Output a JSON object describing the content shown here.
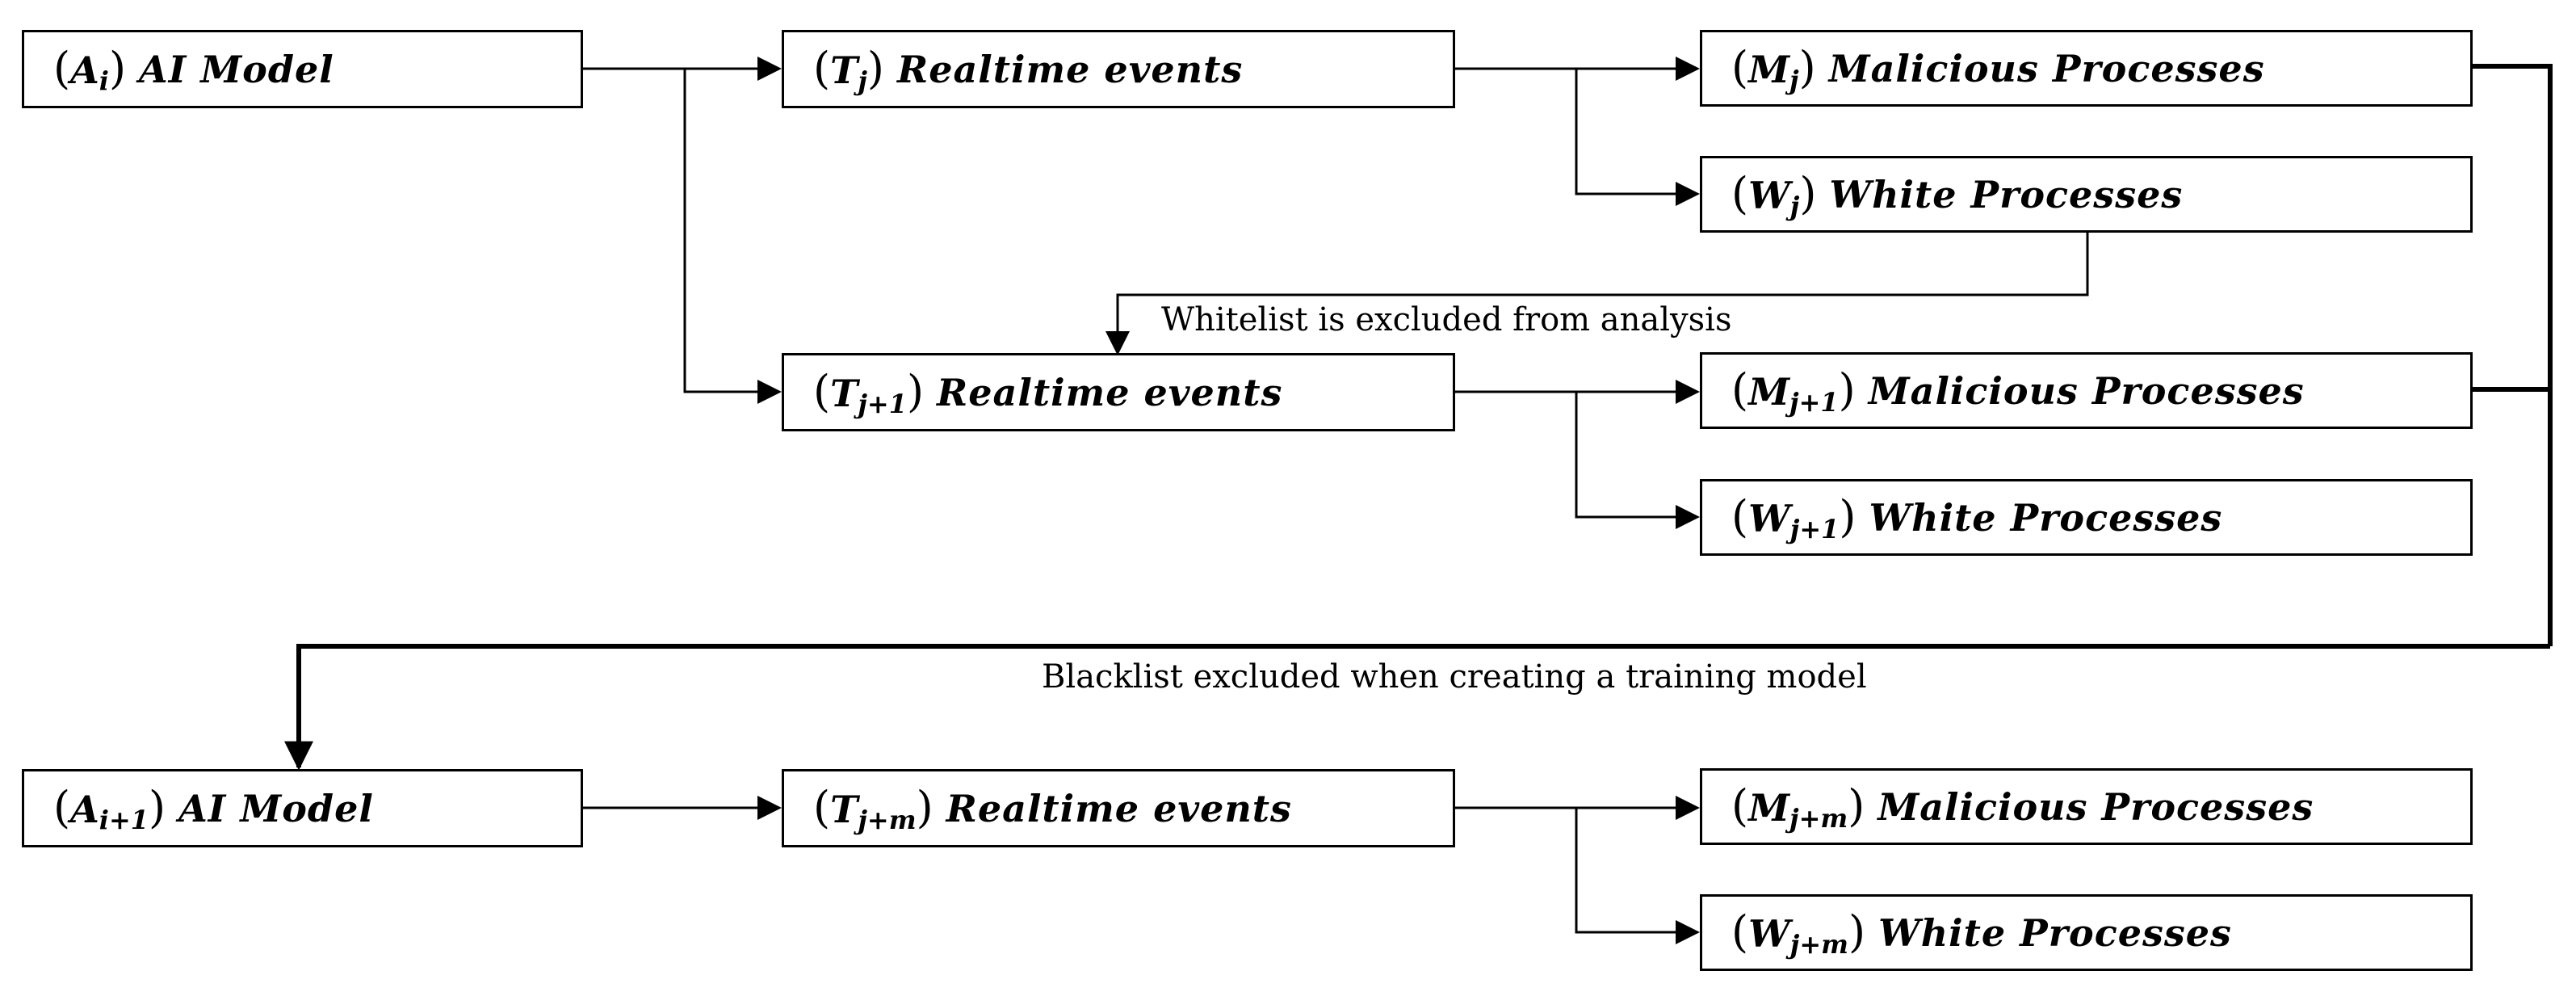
{
  "nodes": {
    "ai": {
      "base": "A",
      "sub": "i",
      "label": "AI Model"
    },
    "t1": {
      "base": "T",
      "sub": "j",
      "label": "Realtime events"
    },
    "m1": {
      "base": "M",
      "sub": "j",
      "label": "Malicious Processes"
    },
    "w1": {
      "base": "W",
      "sub": "j",
      "label": "White Processes"
    },
    "t2": {
      "base": "T",
      "sub": "j+1",
      "label": "Realtime events"
    },
    "m2": {
      "base": "M",
      "sub": "j+1",
      "label": "Malicious Processes"
    },
    "w2": {
      "base": "W",
      "sub": "j+1",
      "label": "White Processes"
    },
    "ai2": {
      "base": "A",
      "sub": "i+1",
      "label": "AI Model"
    },
    "t3": {
      "base": "T",
      "sub": "j+m",
      "label": "Realtime events"
    },
    "m3": {
      "base": "M",
      "sub": "j+m",
      "label": "Malicious Processes"
    },
    "w3": {
      "base": "W",
      "sub": "j+m",
      "label": "White Processes"
    }
  },
  "notes": {
    "whitelist": "Whitelist is excluded from analysis",
    "blacklist": "Blacklist excluded when creating a training model"
  }
}
